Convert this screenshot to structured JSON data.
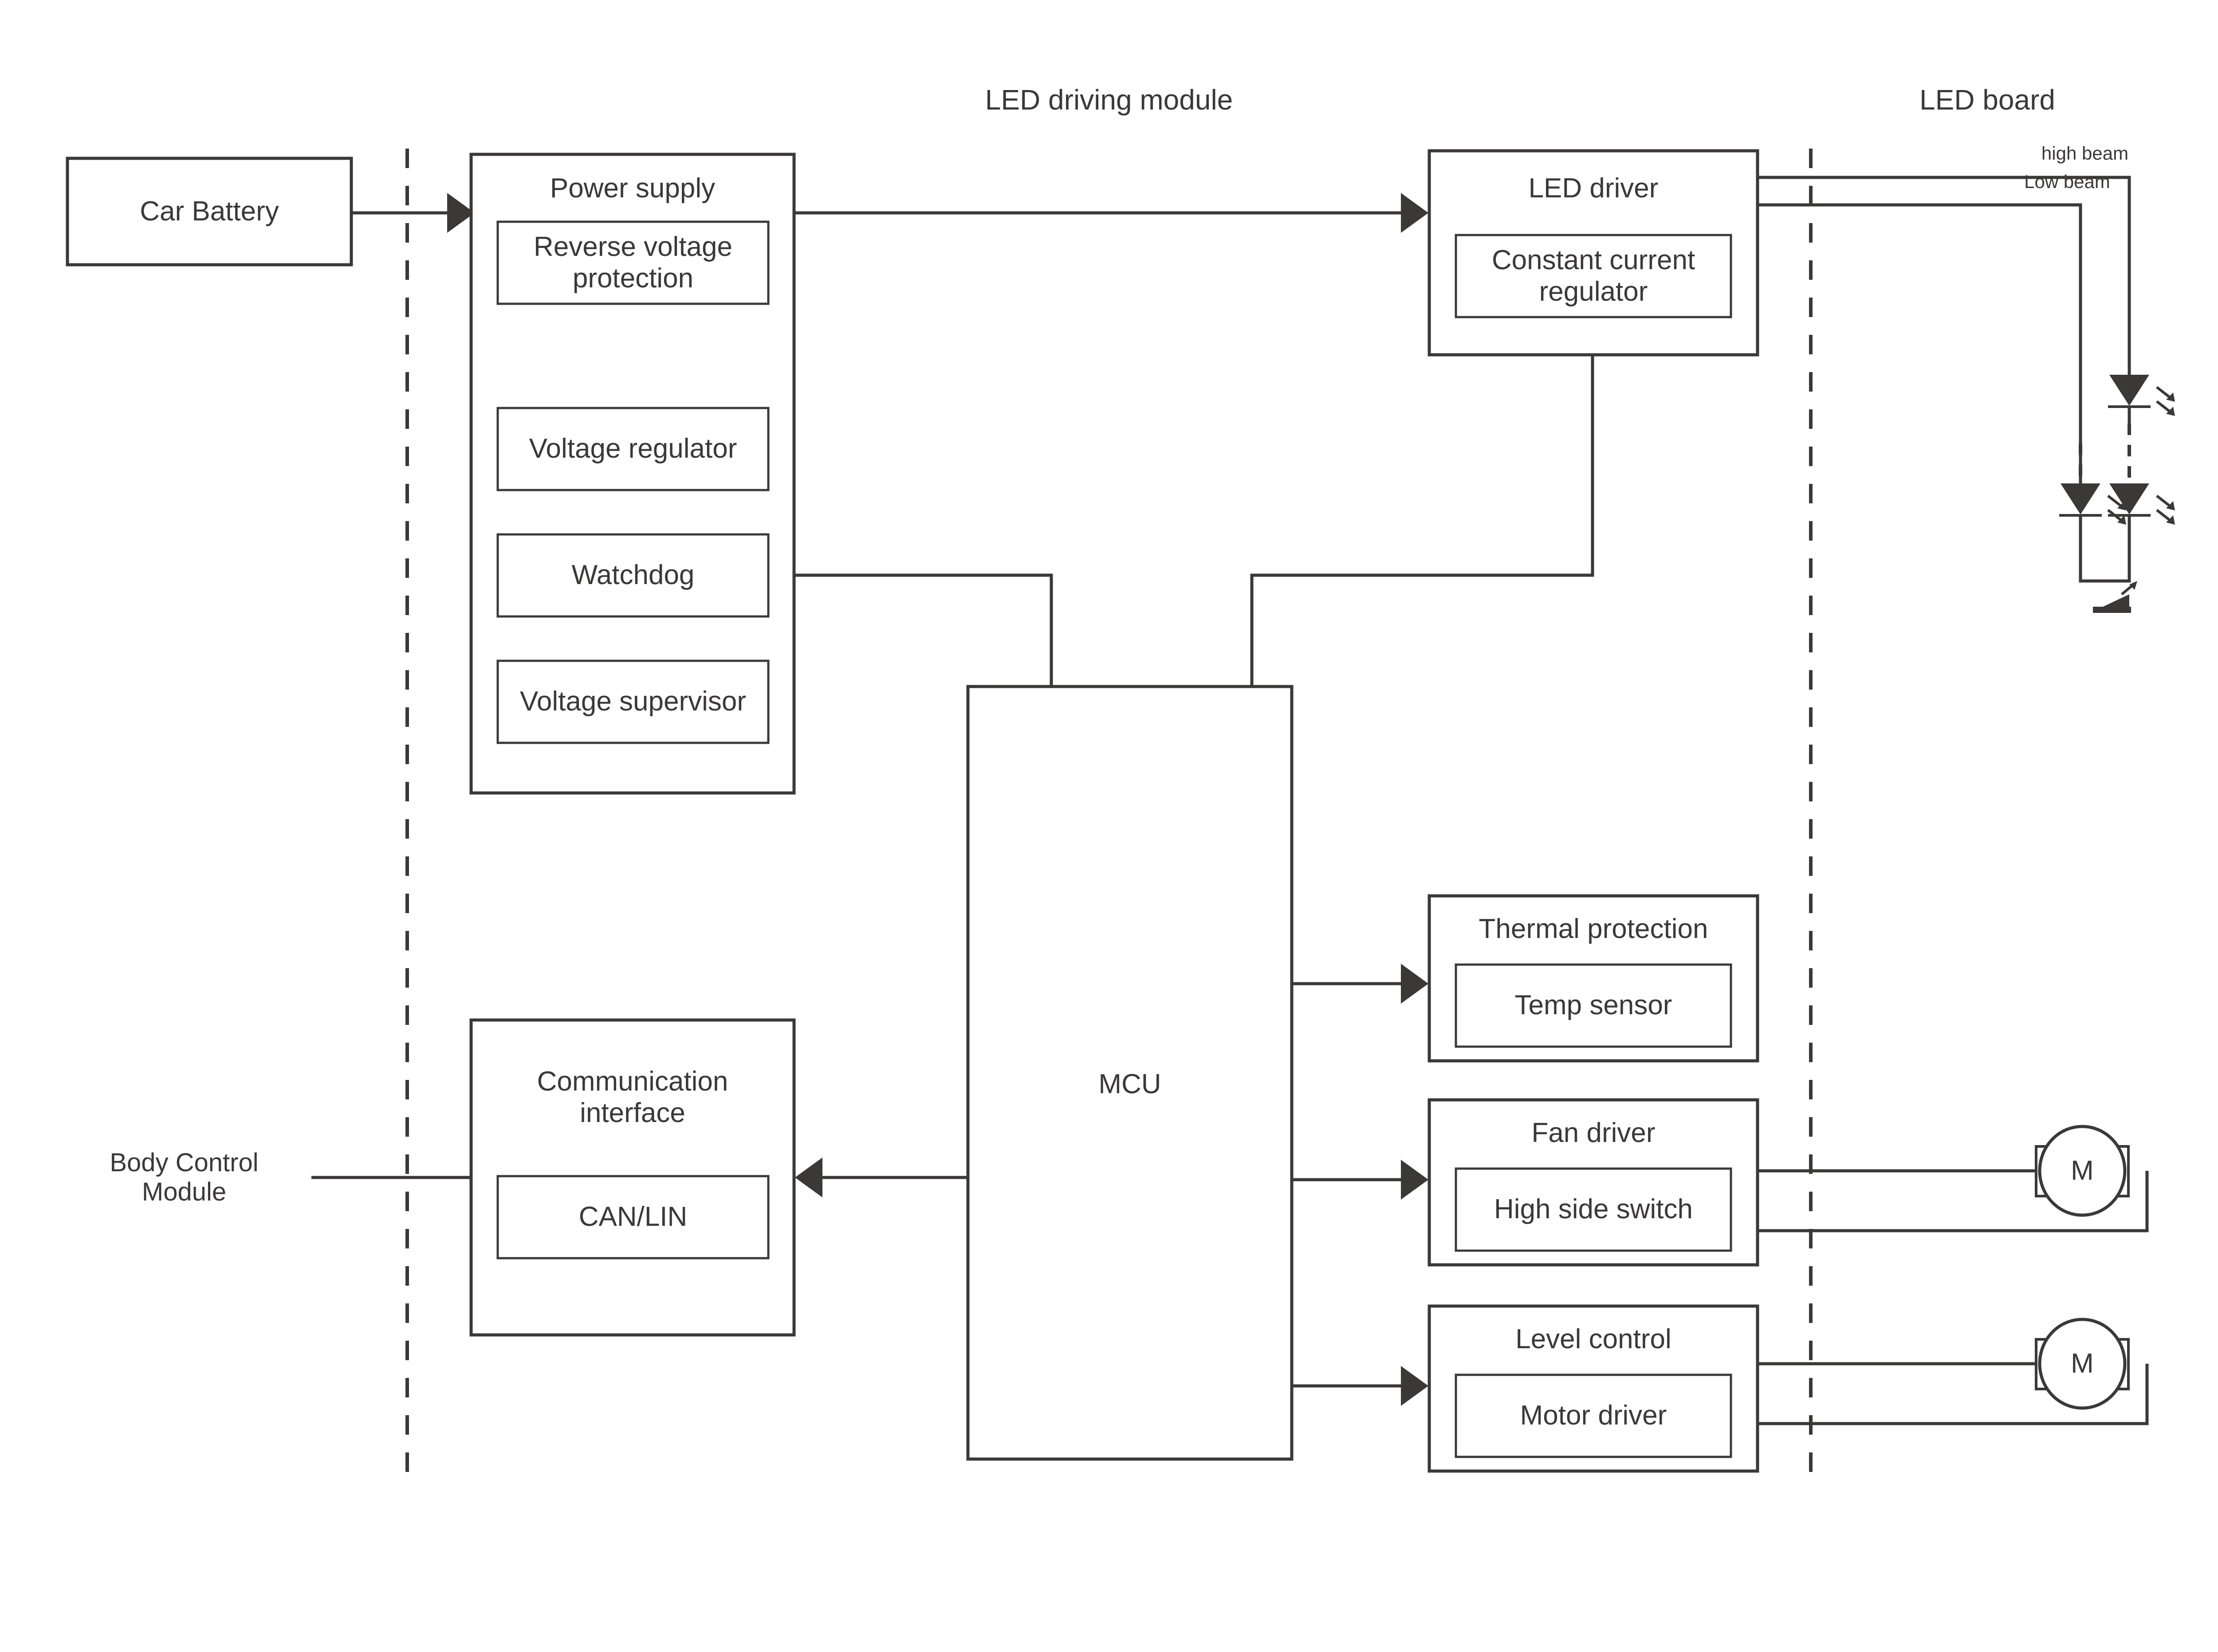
{
  "diagram": {
    "title": "Automotive LED headlamp driving module block diagram",
    "background_color": "#ffffff",
    "line_color": "#3b3838"
  },
  "sections": {
    "led_driving_module": "LED driving module",
    "led_board": "LED board"
  },
  "external": {
    "car_battery": "Car Battery",
    "body_control_module": "Body Control\nModule"
  },
  "power_supply": {
    "title": "Power supply",
    "sub_blocks": [
      {
        "label": "Reverse voltage\nprotection"
      },
      {
        "label": "Voltage regulator"
      },
      {
        "label": "Watchdog"
      },
      {
        "label": "Voltage supervisor"
      }
    ]
  },
  "led_driver": {
    "title": "LED driver",
    "sub_blocks": [
      {
        "label": "Constant current\nregulator"
      }
    ]
  },
  "mcu": {
    "title": "MCU"
  },
  "communication_interface": {
    "title": "Communication\ninterface",
    "sub_blocks": [
      {
        "label": "CAN/LIN"
      }
    ]
  },
  "thermal_protection": {
    "title": "Thermal protection",
    "sub_blocks": [
      {
        "label": "Temp sensor"
      }
    ]
  },
  "fan_driver": {
    "title": "Fan driver",
    "sub_blocks": [
      {
        "label": "High side switch"
      }
    ]
  },
  "level_control": {
    "title": "Level control",
    "sub_blocks": [
      {
        "label": "Motor driver"
      }
    ]
  },
  "led_board_detail": {
    "high_beam_label": "high beam",
    "low_beam_label": "Low beam",
    "led_symbol": "led-diode",
    "ground_symbol": "chassis-ground"
  },
  "motors": [
    {
      "label": "M",
      "driven_by": "Fan driver"
    },
    {
      "label": "M",
      "driven_by": "Level control"
    }
  ]
}
